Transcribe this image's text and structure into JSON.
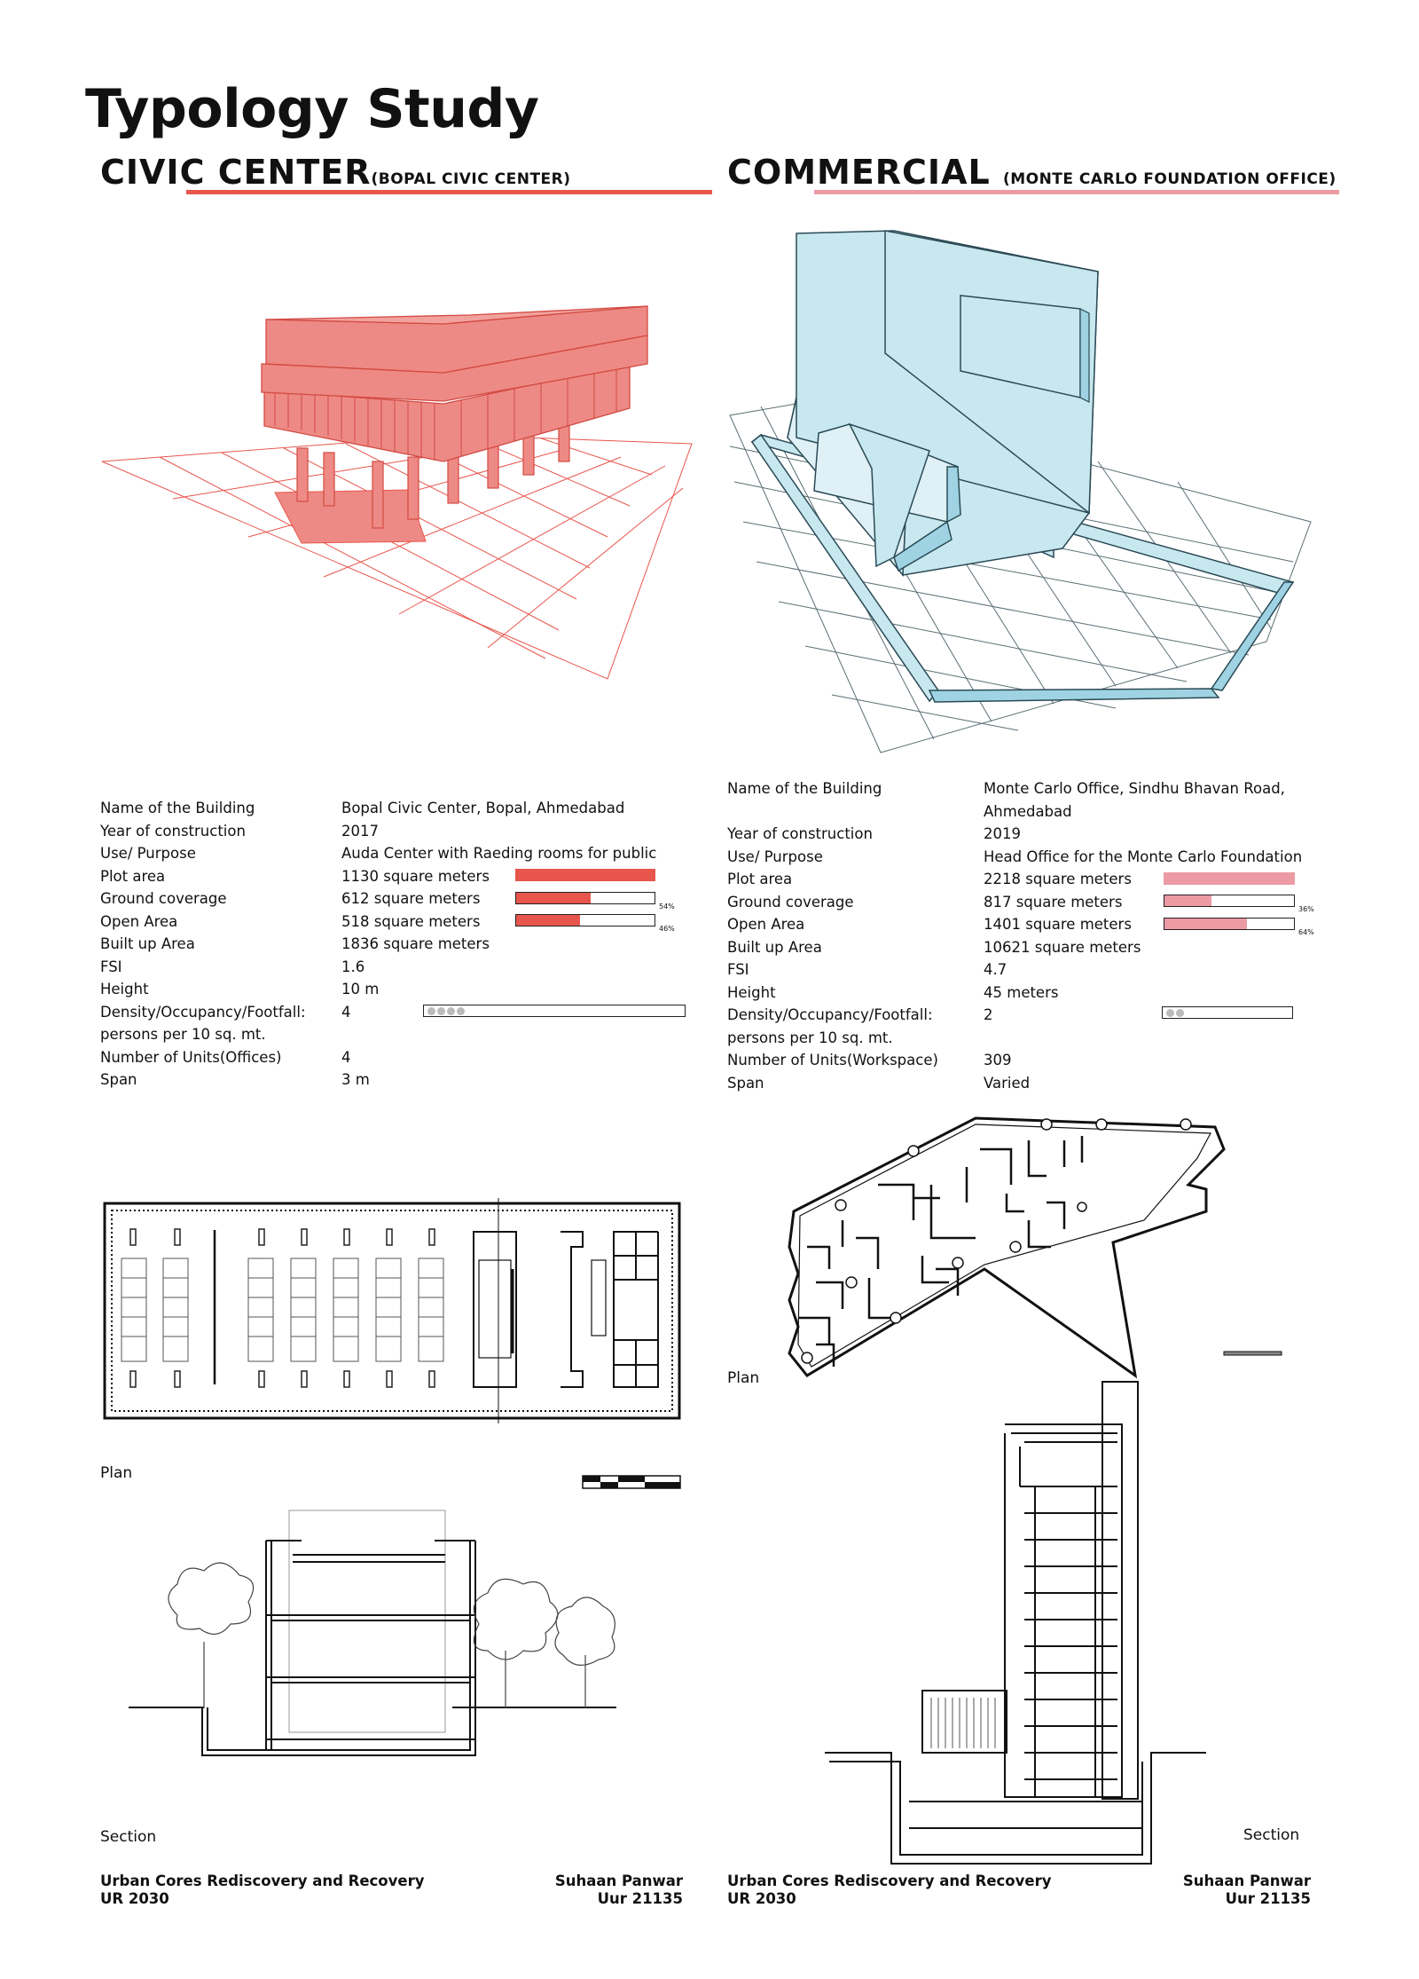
{
  "page": {
    "title": "Typology Study"
  },
  "colors": {
    "civic_accent": "#e8554c",
    "civic_fill": "#ee8a85",
    "commercial_accent": "#ec9aa4",
    "commercial_fill": "#c8e8f0"
  },
  "civic": {
    "title": "CIVIC CENTER",
    "subtitle": "(BOPAL CIVIC CENTER)",
    "info": {
      "name_label": "Name of the Building",
      "name_value": "Bopal Civic Center, Bopal, Ahmedabad",
      "year_label": "Year of construction",
      "year_value": "2017",
      "use_label": "Use/ Purpose",
      "use_value": "Auda Center with Raeding rooms for public",
      "plot_label": "Plot area",
      "plot_value": "1130 square meters",
      "plot_fraction": 1.0,
      "ground_label": "Ground coverage",
      "ground_value": "612 square meters",
      "ground_pct": "54%",
      "ground_fraction": 0.54,
      "open_label": "Open Area",
      "open_value": "518 square meters",
      "open_pct": "46%",
      "open_fraction": 0.46,
      "built_label": "Built up Area",
      "built_value": "1836  square meters",
      "fsi_label": "FSI",
      "fsi_value": "1.6",
      "height_label": "Height",
      "height_value": "10 m",
      "density_label": "Density/Occupancy/Footfall:",
      "density_label2": "persons per 10 sq. mt.",
      "density_value": "4",
      "density_count": 4,
      "units_label": "Number of Units(Offices)",
      "units_value": "4",
      "span_label": "Span",
      "span_value": "3 m"
    },
    "plan_caption": "Plan",
    "section_caption": "Section",
    "footer": {
      "line1": "Urban Cores Rediscovery and Recovery",
      "line2": "UR 2030",
      "author": "Suhaan Panwar",
      "id": "Uur 21135"
    }
  },
  "commercial": {
    "title": "COMMERCIAL",
    "subtitle": "(MONTE CARLO FOUNDATION OFFICE)",
    "info": {
      "name_label": "Name of the Building",
      "name_value": "Monte Carlo Office, Sindhu Bhavan Road,",
      "name_value2": "Ahmedabad",
      "year_label": "Year of construction",
      "year_value": "2019",
      "use_label": "Use/ Purpose",
      "use_value": "Head Office for the Monte Carlo Foundation",
      "plot_label": "Plot area",
      "plot_value": "2218 square meters",
      "plot_fraction": 1.0,
      "ground_label": "Ground coverage",
      "ground_value": "817 square meters",
      "ground_pct": "36%",
      "ground_fraction": 0.36,
      "open_label": "Open Area",
      "open_value": "1401 square meters",
      "open_pct": "64%",
      "open_fraction": 0.64,
      "built_label": "Built up Area",
      "built_value": "10621 square meters",
      "fsi_label": "FSI",
      "fsi_value": "4.7",
      "height_label": "Height",
      "height_value": "45 meters",
      "density_label": "Density/Occupancy/Footfall:",
      "density_label2": "persons per 10 sq. mt.",
      "density_value": "2",
      "density_count": 2,
      "units_label": "Number of Units(Workspace)",
      "units_value": "309",
      "span_label": "Span",
      "span_value": "Varied"
    },
    "plan_caption": "Plan",
    "section_caption": "Section",
    "footer": {
      "line1": "Urban Cores Rediscovery and Recovery",
      "line2": "UR 2030",
      "author": "Suhaan Panwar",
      "id": "Uur 21135"
    }
  }
}
